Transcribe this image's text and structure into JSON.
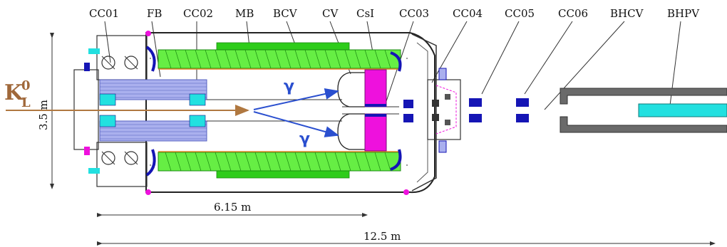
{
  "labels": {
    "cc01": "CC01",
    "fb": "FB",
    "cc02": "CC02",
    "mb": "MB",
    "bcv": "BCV",
    "cv": "CV",
    "csi": "CsI",
    "cc03": "CC03",
    "cc04": "CC04",
    "cc05": "CC05",
    "cc06": "CC06",
    "bhcv": "BHCV",
    "bhpv": "BHPV"
  },
  "beam": {
    "symbol": "K",
    "superscript": "0",
    "subscript": "L"
  },
  "gamma": {
    "upper": "γ",
    "lower": "γ"
  },
  "dimensions": {
    "height": "3.5 m",
    "length_main": "6.15 m",
    "length_total": "12.5 m"
  },
  "colors": {
    "barrel_green": "#66ee44",
    "barrel_green_dark": "#2ecc1a",
    "barrel_lines": "#1a8a10",
    "fb_blue": "#aab0ee",
    "fb_lines": "#5560c0",
    "cyan": "#22e0e0",
    "csi_magenta": "#ee11dd",
    "navy": "#1515b5",
    "bh_gray": "#6a6a6a",
    "beam_brown": "#b07840",
    "gamma_blue": "#2a4fcf",
    "orange": "#e58a2b"
  }
}
